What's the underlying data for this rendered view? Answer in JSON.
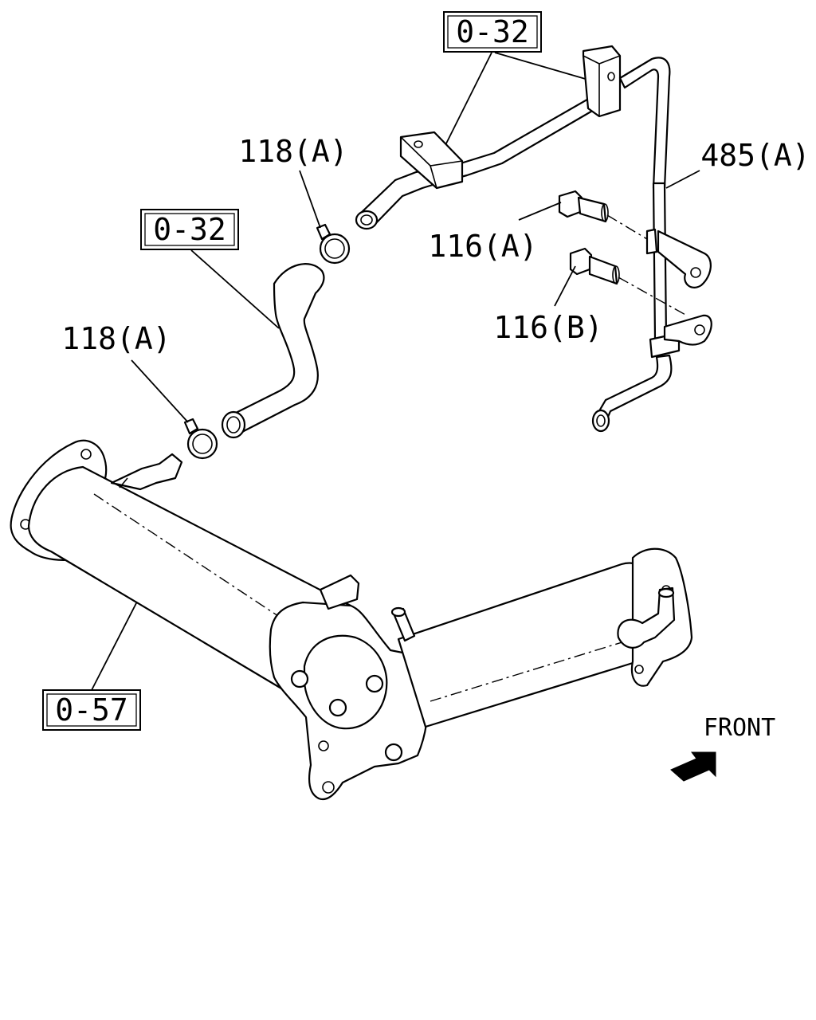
{
  "callouts": {
    "ref_top": "0-32",
    "ref_mid": "0-32",
    "ref_bottom": "0-57",
    "clamp_upper": "118(A)",
    "clamp_lower": "118(A)",
    "pipe": "485(A)",
    "bolt_a": "116(A)",
    "bolt_b": "116(B)"
  },
  "orientation": {
    "label": "FRONT",
    "arrow_icon": "front-direction-arrow-icon"
  },
  "colors": {
    "ink": "#000000",
    "paper": "#ffffff"
  }
}
